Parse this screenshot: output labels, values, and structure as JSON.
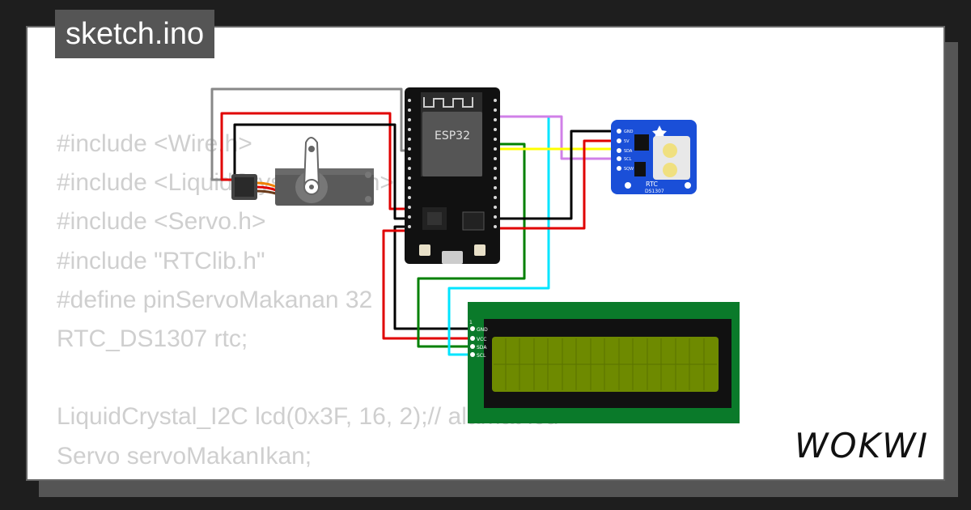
{
  "title": "sketch.ino",
  "brand": "WOKWI",
  "code_lines": [
    "#include <Wire.h>",
    "#include <LiquidCrystal_I2C.h>",
    "#include <Servo.h>",
    "#include \"RTClib.h\"",
    "#define pinServoMakanan 32",
    "RTC_DS1307 rtc;",
    "",
    "LiquidCrystal_I2C lcd(0x3F, 16, 2);// alamat lcd",
    "Servo servoMakanIkan;"
  ],
  "components": {
    "esp32": {
      "label": "ESP32"
    },
    "rtc": {
      "label": "RTC",
      "model": "DS1307",
      "pins": [
        "GND",
        "5V",
        "SDA",
        "SCL",
        "SQW"
      ]
    },
    "lcd": {
      "pin_number": "1",
      "pins": [
        "GND",
        "VCC",
        "SDA",
        "SCL"
      ]
    },
    "servo": {}
  },
  "colors": {
    "background": "#1e1e1e",
    "card": "#ffffff",
    "code_text": "#cfcfcf",
    "wire_red": "#e00000",
    "wire_black": "#000000",
    "wire_green": "#008000",
    "wire_cyan": "#00e5ff",
    "wire_yellow": "#ffff00",
    "wire_violet": "#d080e8",
    "wire_gray": "#888888",
    "lcd_pcb": "#0a7a2a",
    "lcd_screen": "#6e8a00",
    "rtc_pcb": "#1a4fd8"
  }
}
